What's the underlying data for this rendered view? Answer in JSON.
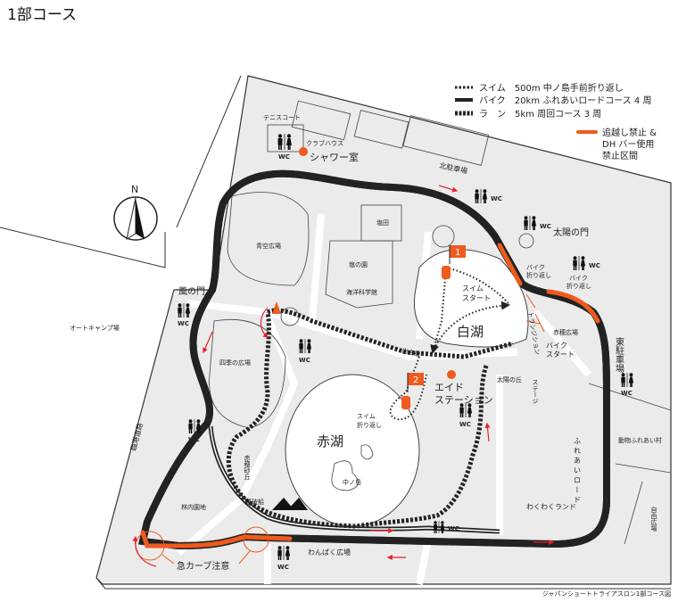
{
  "title": "1部コース",
  "legend": {
    "swim": "スイム　500m 中ノ島手前折り返し",
    "bike": "バイク　20km ふれあいロードコース 4 周",
    "run": "ラ　ン　5km 周回コース 3 周",
    "restricted_line1": "追越し禁止 &",
    "restricted_line2": "DH バー使用",
    "restricted_line3": "禁止区間"
  },
  "colors": {
    "orange": "#f05a1e",
    "red_arrow": "#e8202a",
    "park": "#ebebeb",
    "line": "#222222"
  },
  "compass": "N",
  "wc_label": "WC",
  "flags": [
    "1",
    "2"
  ],
  "labels": {
    "tennis": "テニスコート",
    "clubhouse": "クラブハウス",
    "shower": "シャワー室",
    "north_parking": "北駐車場",
    "salt_field": "塩田",
    "aozora": "青空広場",
    "salt_garden": "塩の園",
    "marine_museum": "海洋科学館",
    "sun_gate": "太陽の門",
    "bike_turn1a": "バイク",
    "bike_turn1b": "折り返し",
    "bike_turn2a": "バイク",
    "bike_turn2b": "折り返し",
    "swim_start_a": "スイム",
    "swim_start_b": "スタート",
    "white_lake": "白湖",
    "transition": "トランジション",
    "ako_plaza": "赤穂広場",
    "bike_start_a": "バイク",
    "bike_start_b": "スタート",
    "east_parking": "東駐車場",
    "deai_bridge": "出会橋",
    "aid_a": "エイド",
    "aid_b": "ステーション",
    "sun_hill": "太陽の丘",
    "stage": "ステージ",
    "wind_gate": "風の門",
    "auto_camp": "オートキャンプ場",
    "four_seasons": "四季の広場",
    "swim_turn_a": "スイム",
    "swim_turn_b": "折り返し",
    "red_lake": "赤湖",
    "port_road": "臨港道路",
    "ako_dune": "赤穂砂丘",
    "nakanoshima": "中ノ島",
    "forest": "林内園地",
    "shipwreck": "難破船",
    "fureai_road": "ふれあいロード",
    "animal_village": "動物ふれあい村",
    "wakuwaku": "わくわくランド",
    "free_plaza": "自由広場",
    "sharp_curve": "急カーブ注意",
    "wanpaku": "わんぱく広場"
  },
  "caption": "ジャパンショートトライアスロン1部コース図"
}
